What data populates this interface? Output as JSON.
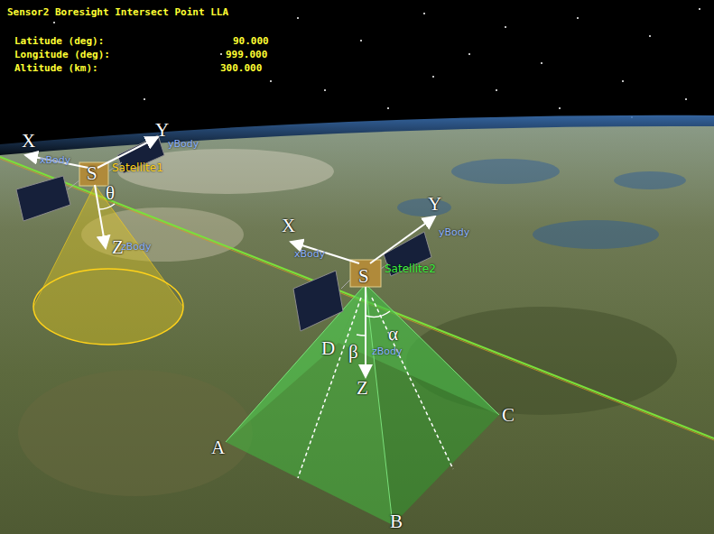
{
  "diagram": {
    "labels": [
      "Sensor2 Boresight Intersect Point LLA",
      "Latitude (deg):",
      "90.000",
      "Longitude (deg):",
      "999.000",
      "Altitude (km):",
      "300.000",
      "X",
      "xBody",
      "Y",
      "yBody",
      "S",
      "Satellite1",
      "θ",
      "Z",
      "zBody",
      "X",
      "xBody",
      "Y",
      "yBody",
      "S",
      "Satellite2",
      "α",
      "β",
      "D",
      "Z",
      "zBody",
      "A",
      "B",
      "C"
    ]
  }
}
